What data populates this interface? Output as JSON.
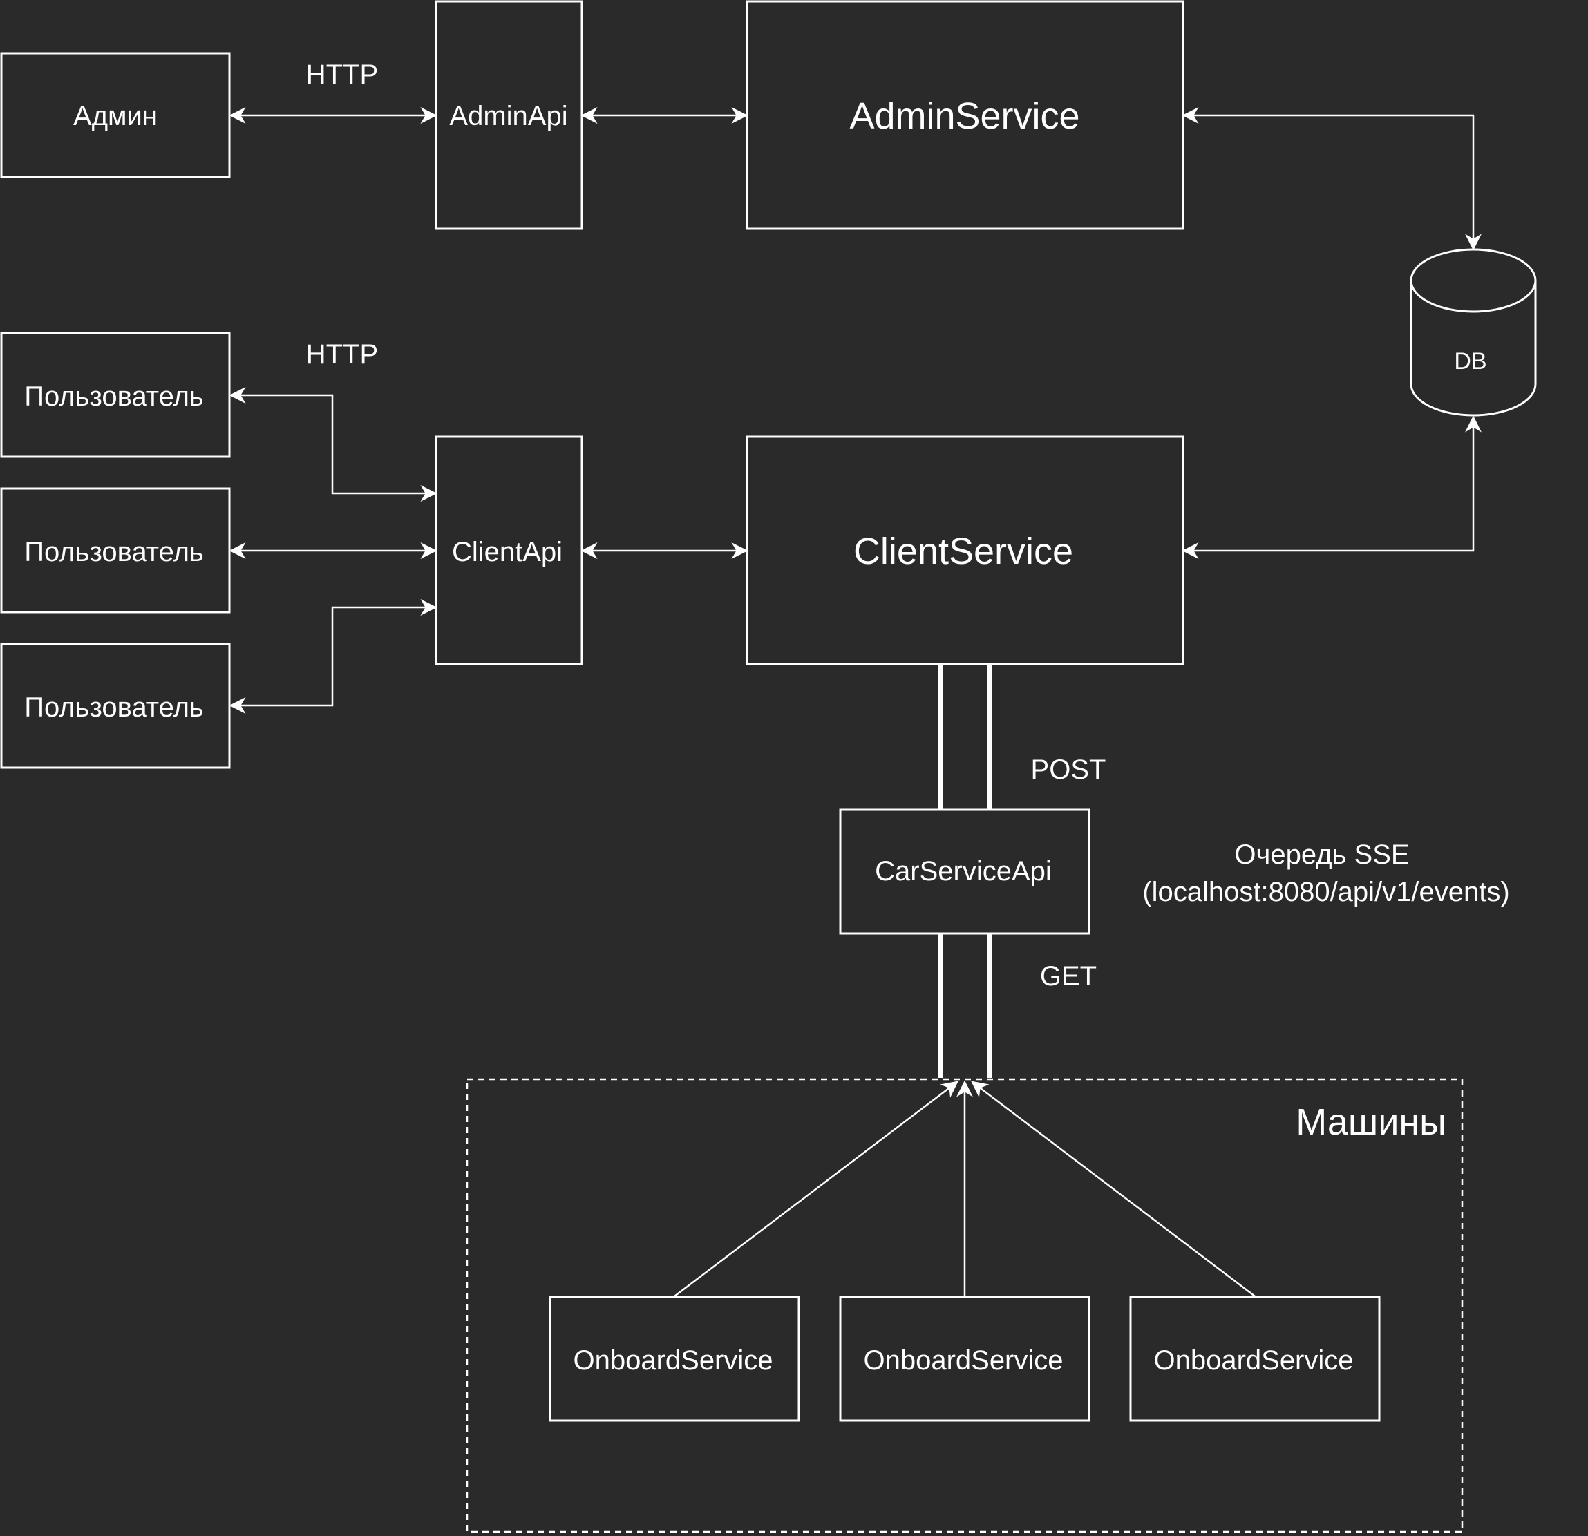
{
  "nodes": {
    "admin": "Админ",
    "admin_api": "AdminApi",
    "admin_service": "AdminService",
    "db": "DB",
    "user_1": "Пользователь",
    "user_2": "Пользователь",
    "user_3": "Пользователь",
    "client_api": "ClientApi",
    "client_service": "ClientService",
    "car_service_api": "CarServiceApi",
    "onboard_1": "OnboardService",
    "onboard_2": "OnboardService",
    "onboard_3": "OnboardService"
  },
  "groups": {
    "cars": "Машины"
  },
  "edge_labels": {
    "http_admin": "HTTP",
    "http_client": "HTTP",
    "post": "POST",
    "get": "GET",
    "sse_queue_line1": "Очередь SSE",
    "sse_queue_line2": "(localhost:8080/api/v1/events)"
  }
}
